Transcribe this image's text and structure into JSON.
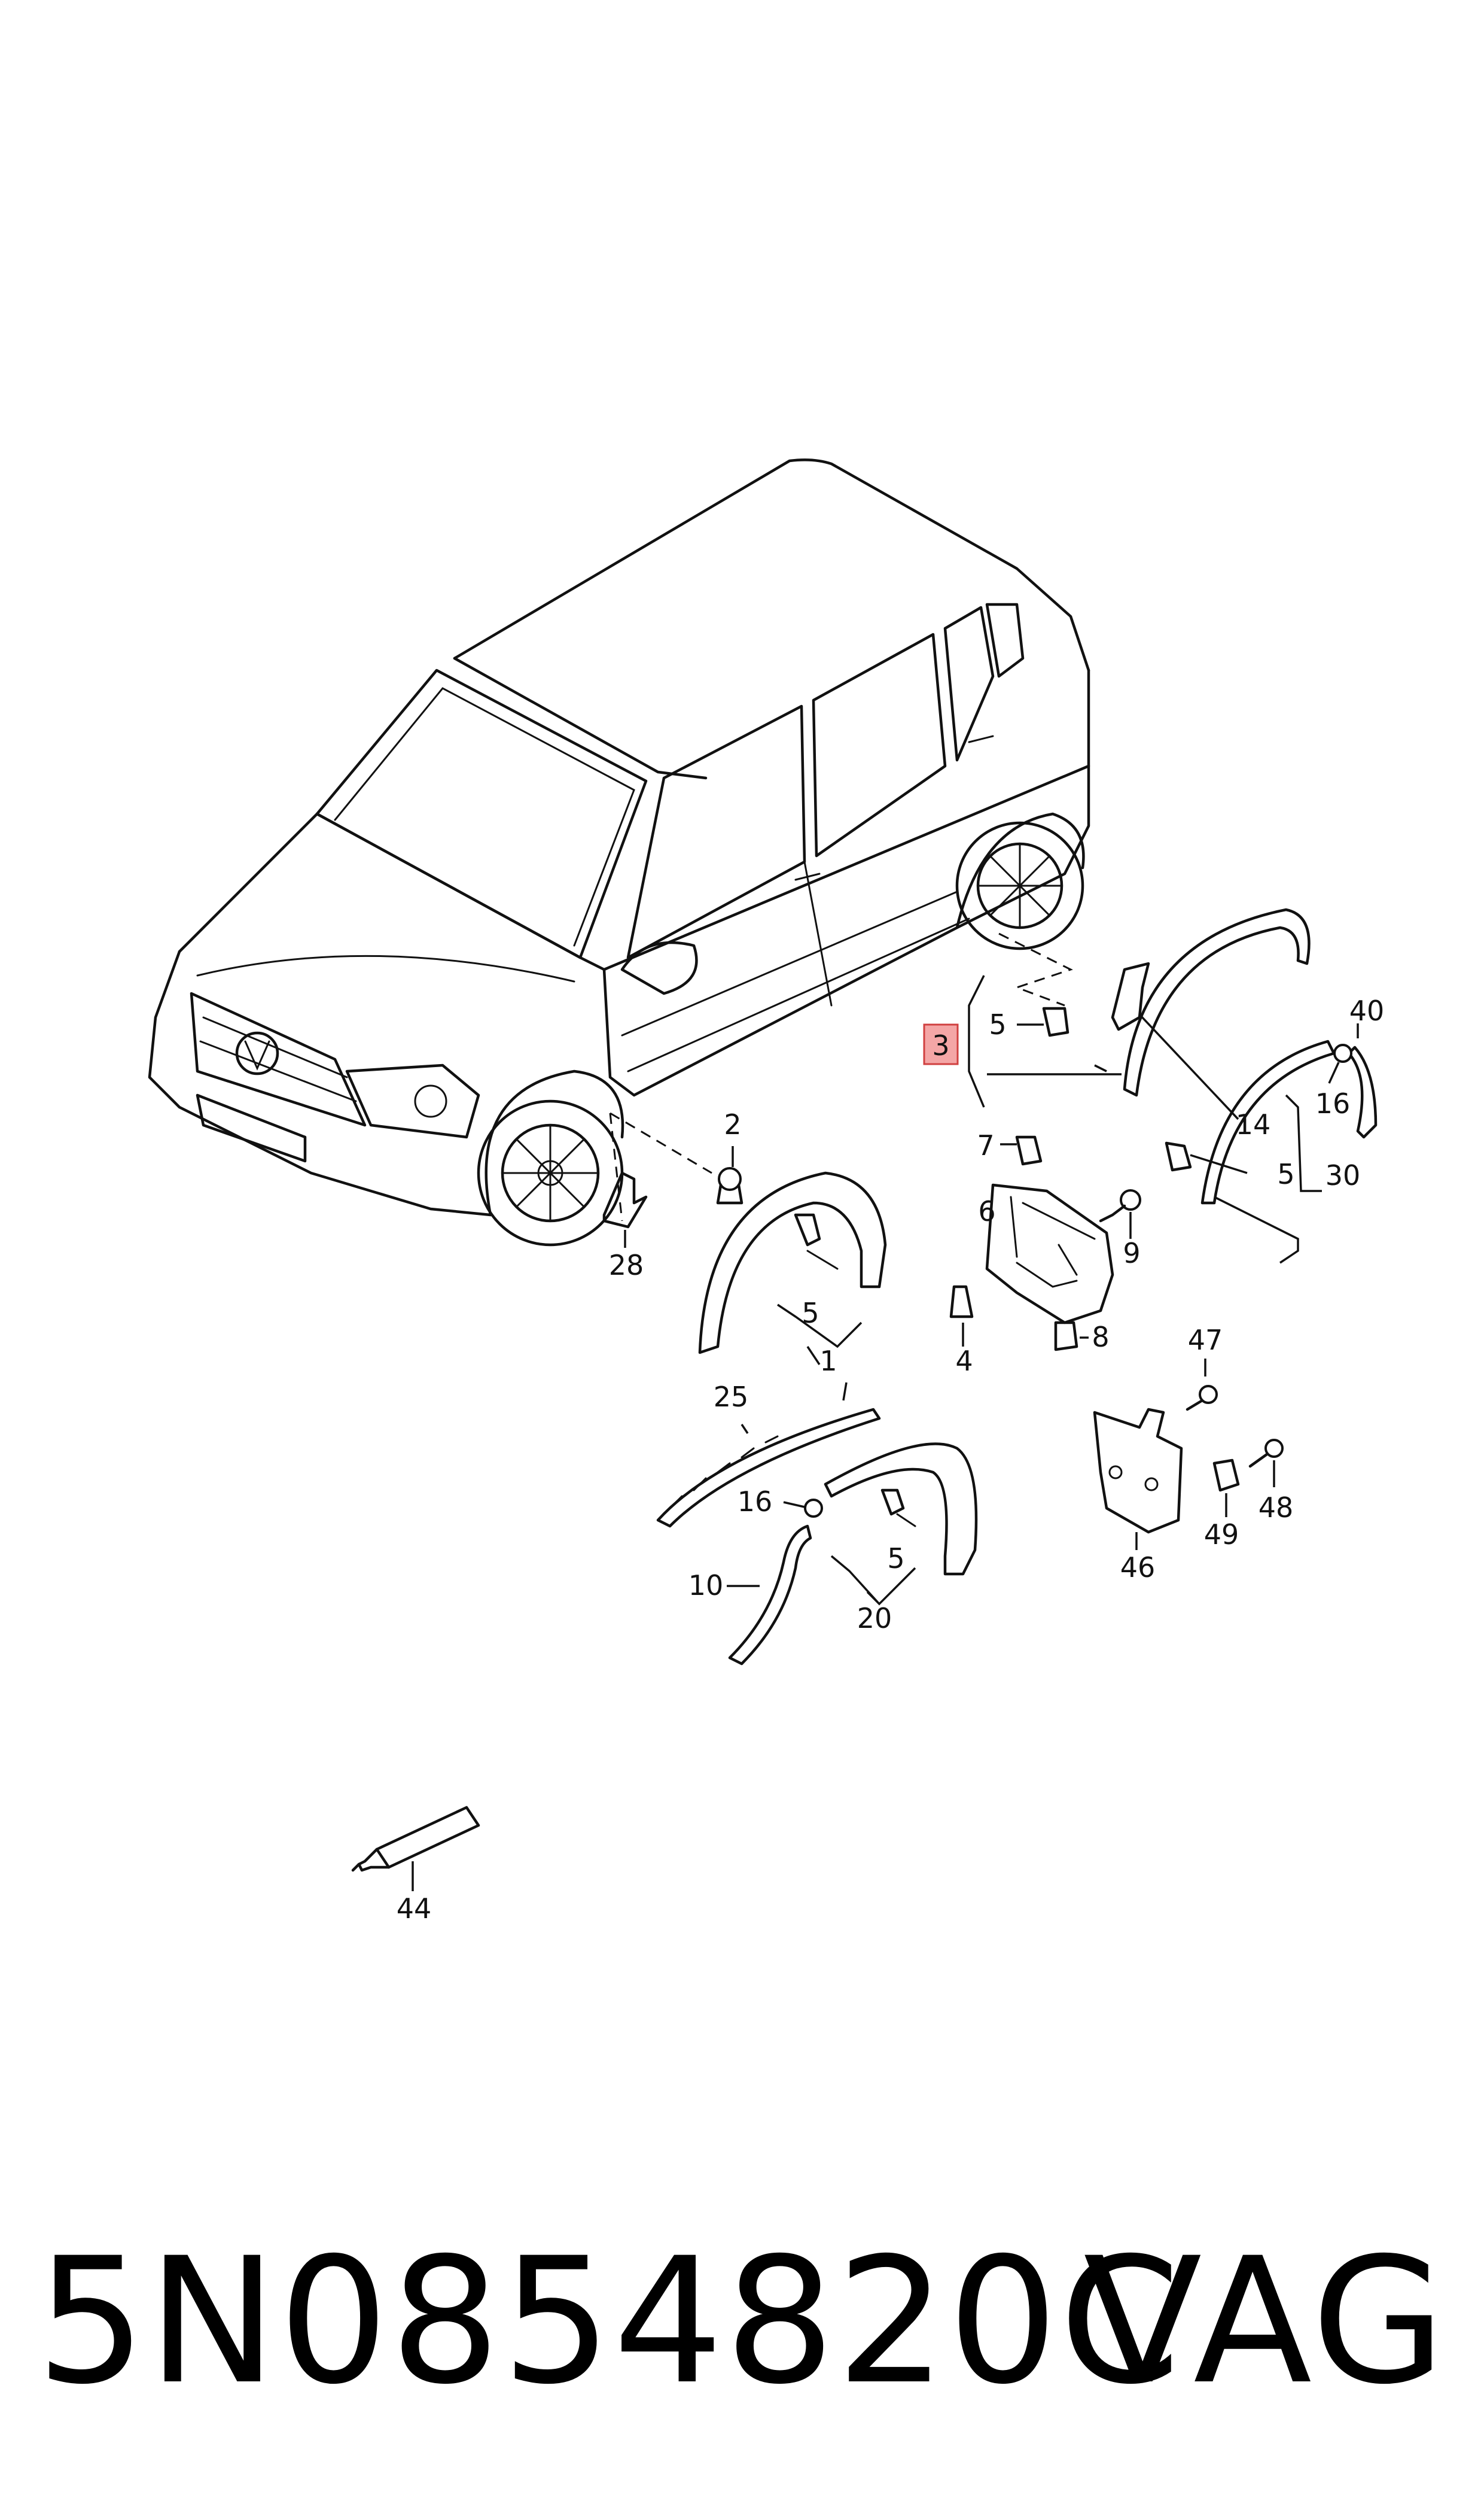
{
  "callouts": [
    {
      "id": "c1",
      "text": "1"
    },
    {
      "id": "c2",
      "text": "2"
    },
    {
      "id": "c3",
      "text": "3",
      "highlighted": true
    },
    {
      "id": "c4",
      "text": "4"
    },
    {
      "id": "c5a",
      "text": "5"
    },
    {
      "id": "c5b",
      "text": "5"
    },
    {
      "id": "c5c",
      "text": "5"
    },
    {
      "id": "c5d",
      "text": "5"
    },
    {
      "id": "c6",
      "text": "6"
    },
    {
      "id": "c7",
      "text": "7"
    },
    {
      "id": "c8",
      "text": "8"
    },
    {
      "id": "c9",
      "text": "9"
    },
    {
      "id": "c10",
      "text": "10"
    },
    {
      "id": "c14",
      "text": "14"
    },
    {
      "id": "c16a",
      "text": "16"
    },
    {
      "id": "c16b",
      "text": "16"
    },
    {
      "id": "c20",
      "text": "20"
    },
    {
      "id": "c25",
      "text": "25"
    },
    {
      "id": "c28",
      "text": "28"
    },
    {
      "id": "c30",
      "text": "30"
    },
    {
      "id": "c40",
      "text": "40"
    },
    {
      "id": "c44",
      "text": "44"
    },
    {
      "id": "c46",
      "text": "46"
    },
    {
      "id": "c47",
      "text": "47"
    },
    {
      "id": "c48",
      "text": "48"
    },
    {
      "id": "c49",
      "text": "49"
    }
  ],
  "highlight_color": "#f4a6a6",
  "highlight_border": "#d04040",
  "footer": {
    "part_number": "5N0854820C",
    "brand": "VAG"
  }
}
